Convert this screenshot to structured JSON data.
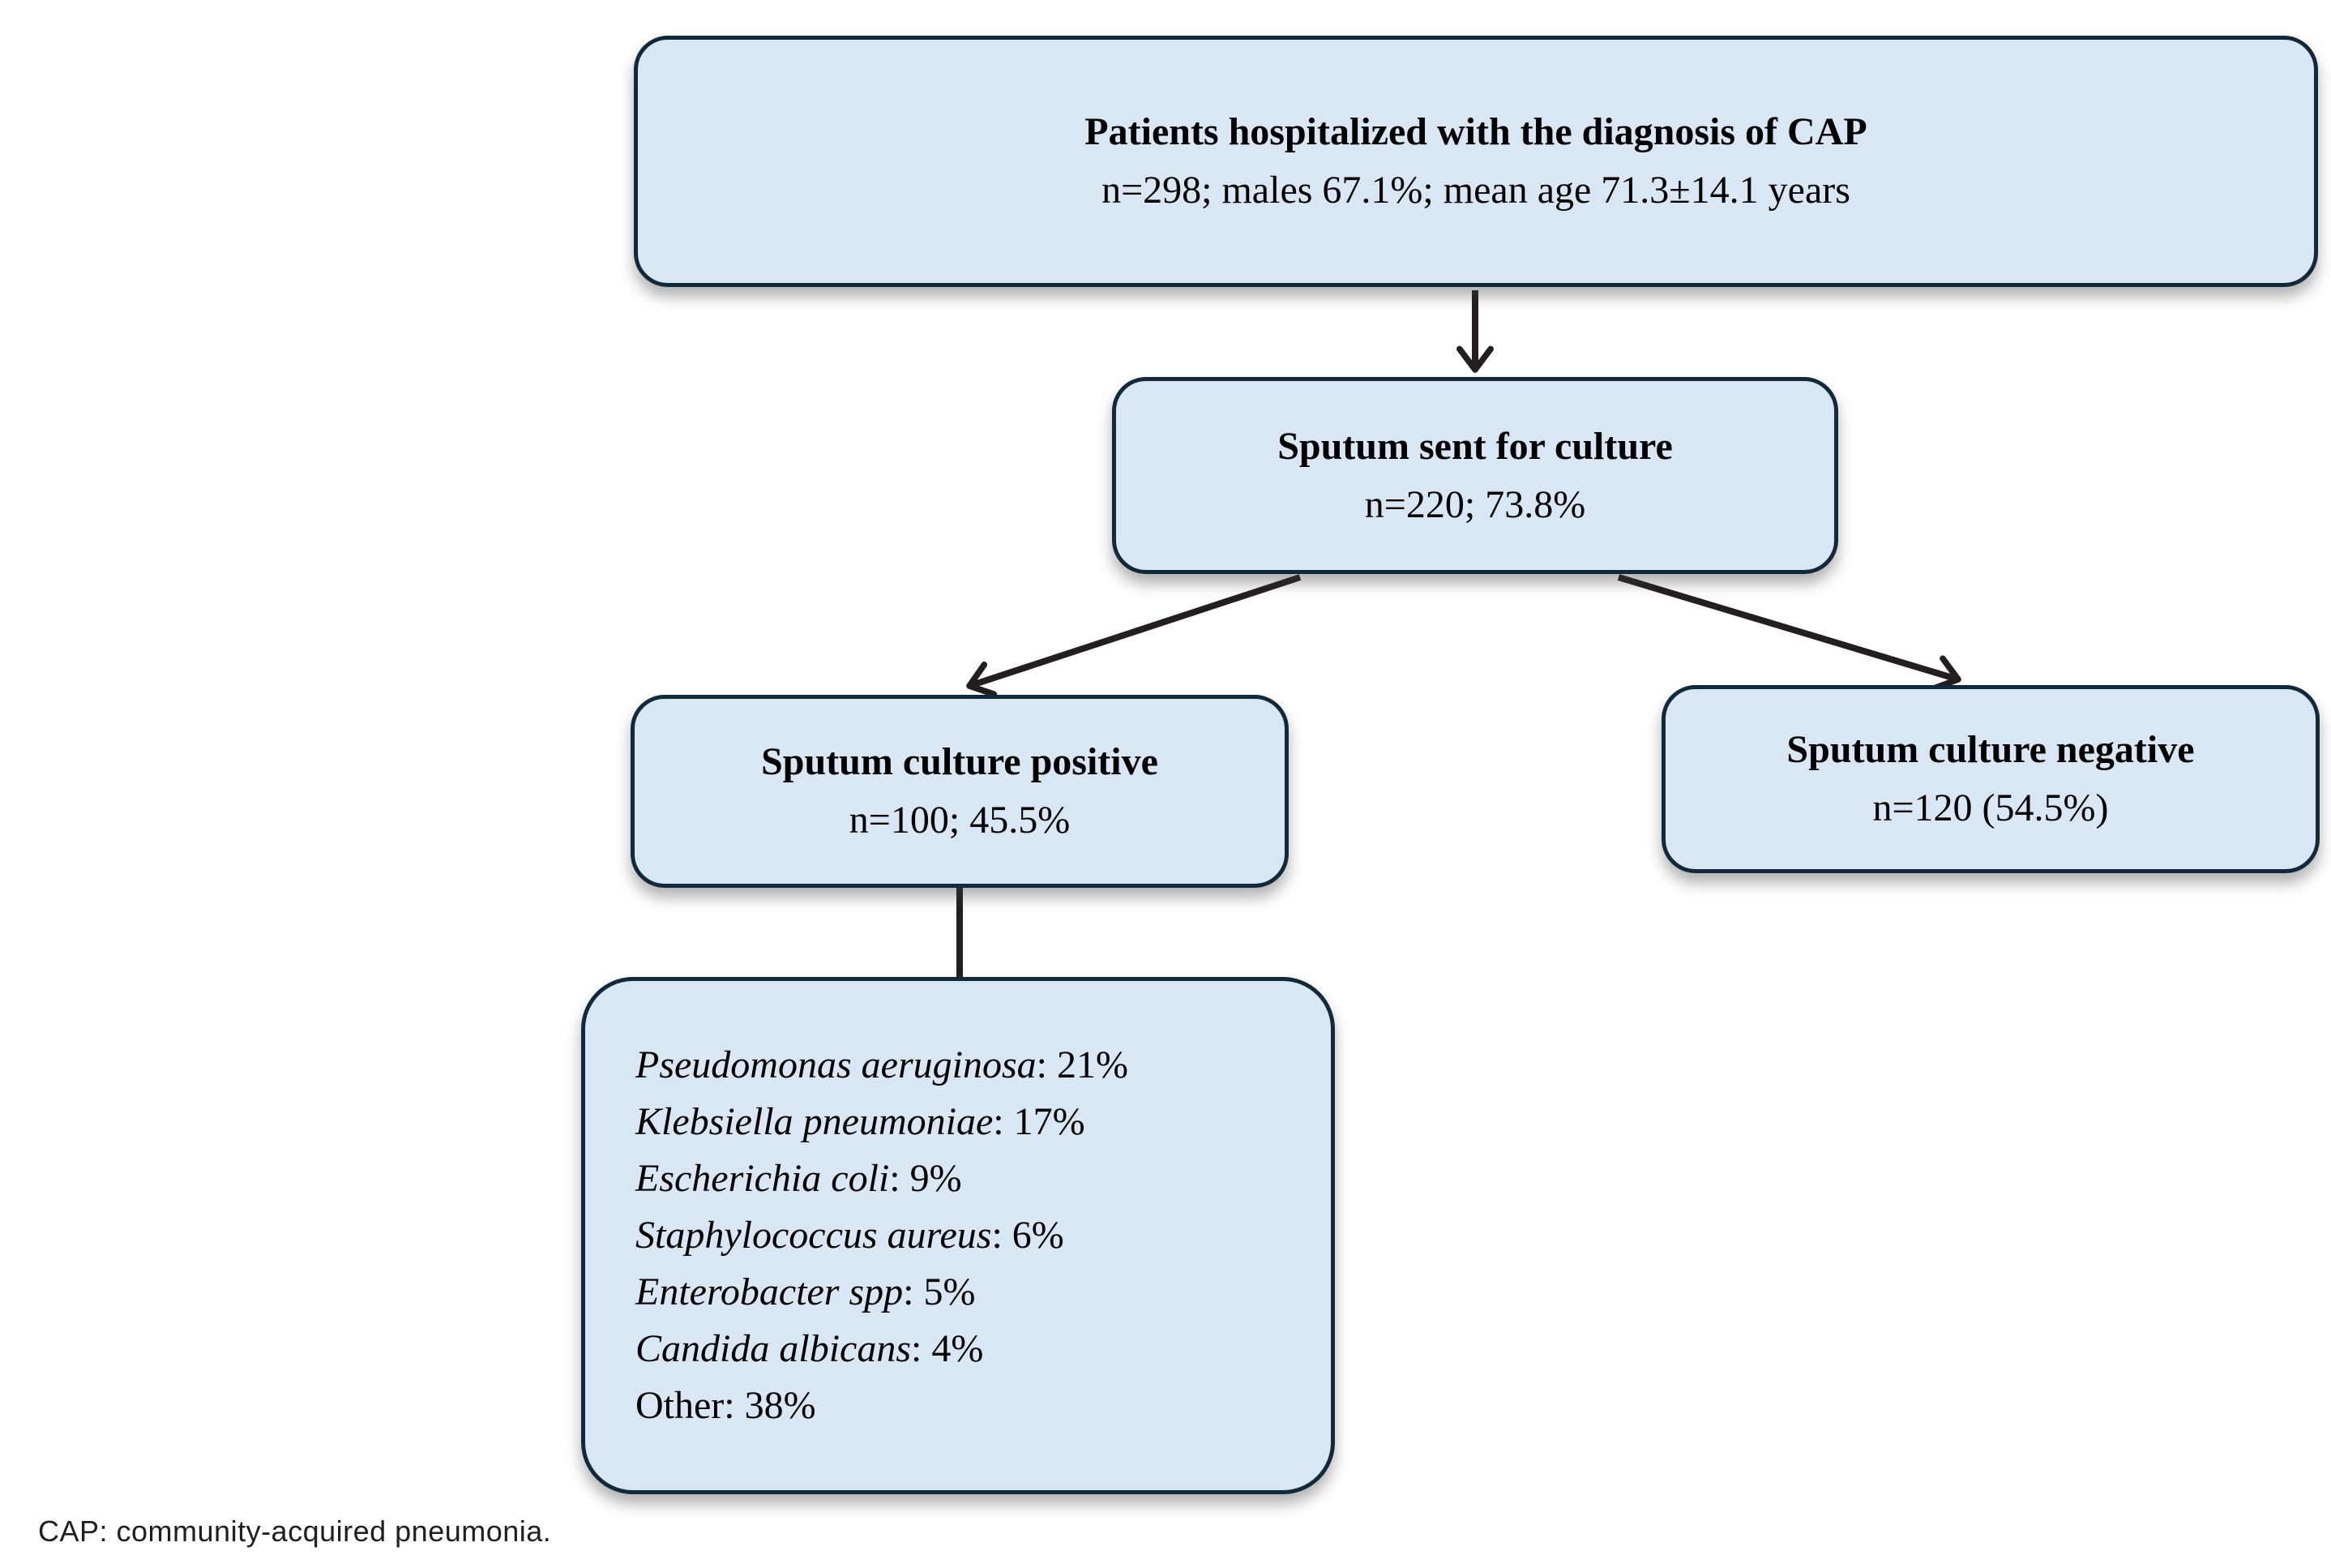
{
  "flowchart": {
    "root": {
      "title": "Patients hospitalized with the diagnosis of CAP",
      "subtitle": "n=298; males 67.1%; mean age 71.3±14.1 years"
    },
    "culture": {
      "title": "Sputum sent for culture",
      "subtitle": "n=220; 73.8%"
    },
    "positive": {
      "title": "Sputum culture positive",
      "subtitle": "n=100; 45.5%"
    },
    "negative": {
      "title": "Sputum culture negative",
      "subtitle": "n=120 (54.5%)"
    },
    "breakdown": {
      "items": [
        {
          "name": "Pseudomonas aeruginosa",
          "value": ": 21%"
        },
        {
          "name": "Klebsiella pneumoniae",
          "value": ": 17%"
        },
        {
          "name": "Escherichia coli",
          "value": ": 9%"
        },
        {
          "name": "Staphylococcus aureus",
          "value": ": 6%"
        },
        {
          "name": "Enterobacter spp",
          "value": ": 5%"
        },
        {
          "name": "Candida albicans",
          "value": ": 4%"
        },
        {
          "name": "Other",
          "value": ": 38%"
        }
      ]
    },
    "footnote": "CAP: community-acquired pneumonia."
  },
  "colors": {
    "box_fill": "#d9e7f5",
    "box_border": "#11293a",
    "arrow_color": "#231f20",
    "text_color": "#000000",
    "footnote_color": "#1f1f1f"
  }
}
